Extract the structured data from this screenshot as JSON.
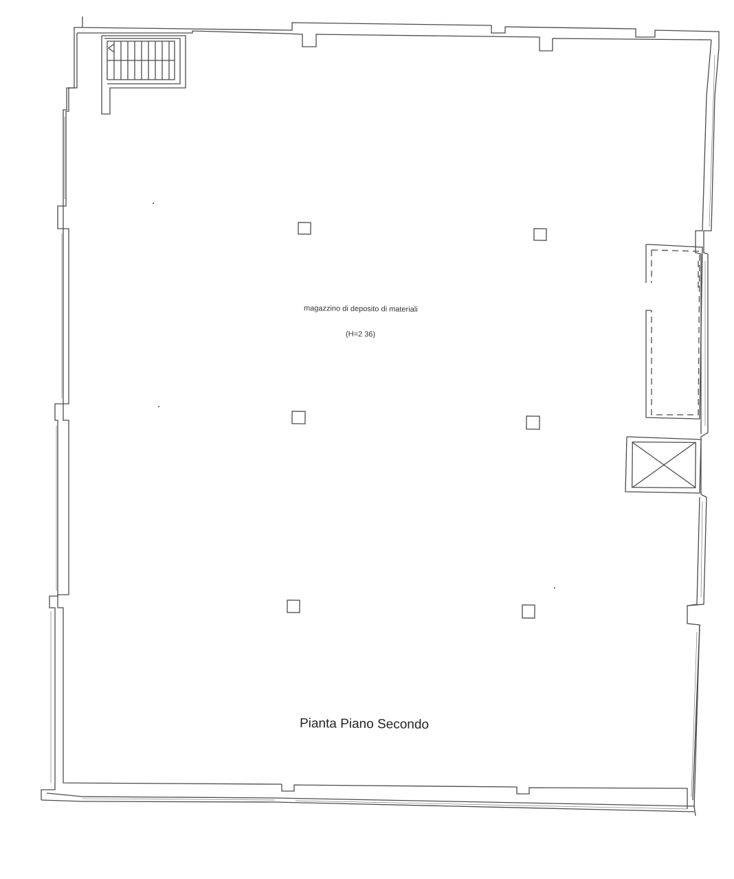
{
  "drawing": {
    "room_name": "magazzino di deposito di materiali",
    "room_height": "(H=2 36)",
    "title": "Pianta Piano Secondo"
  },
  "colors": {
    "ink": "#333333",
    "paper": "#ffffff"
  }
}
